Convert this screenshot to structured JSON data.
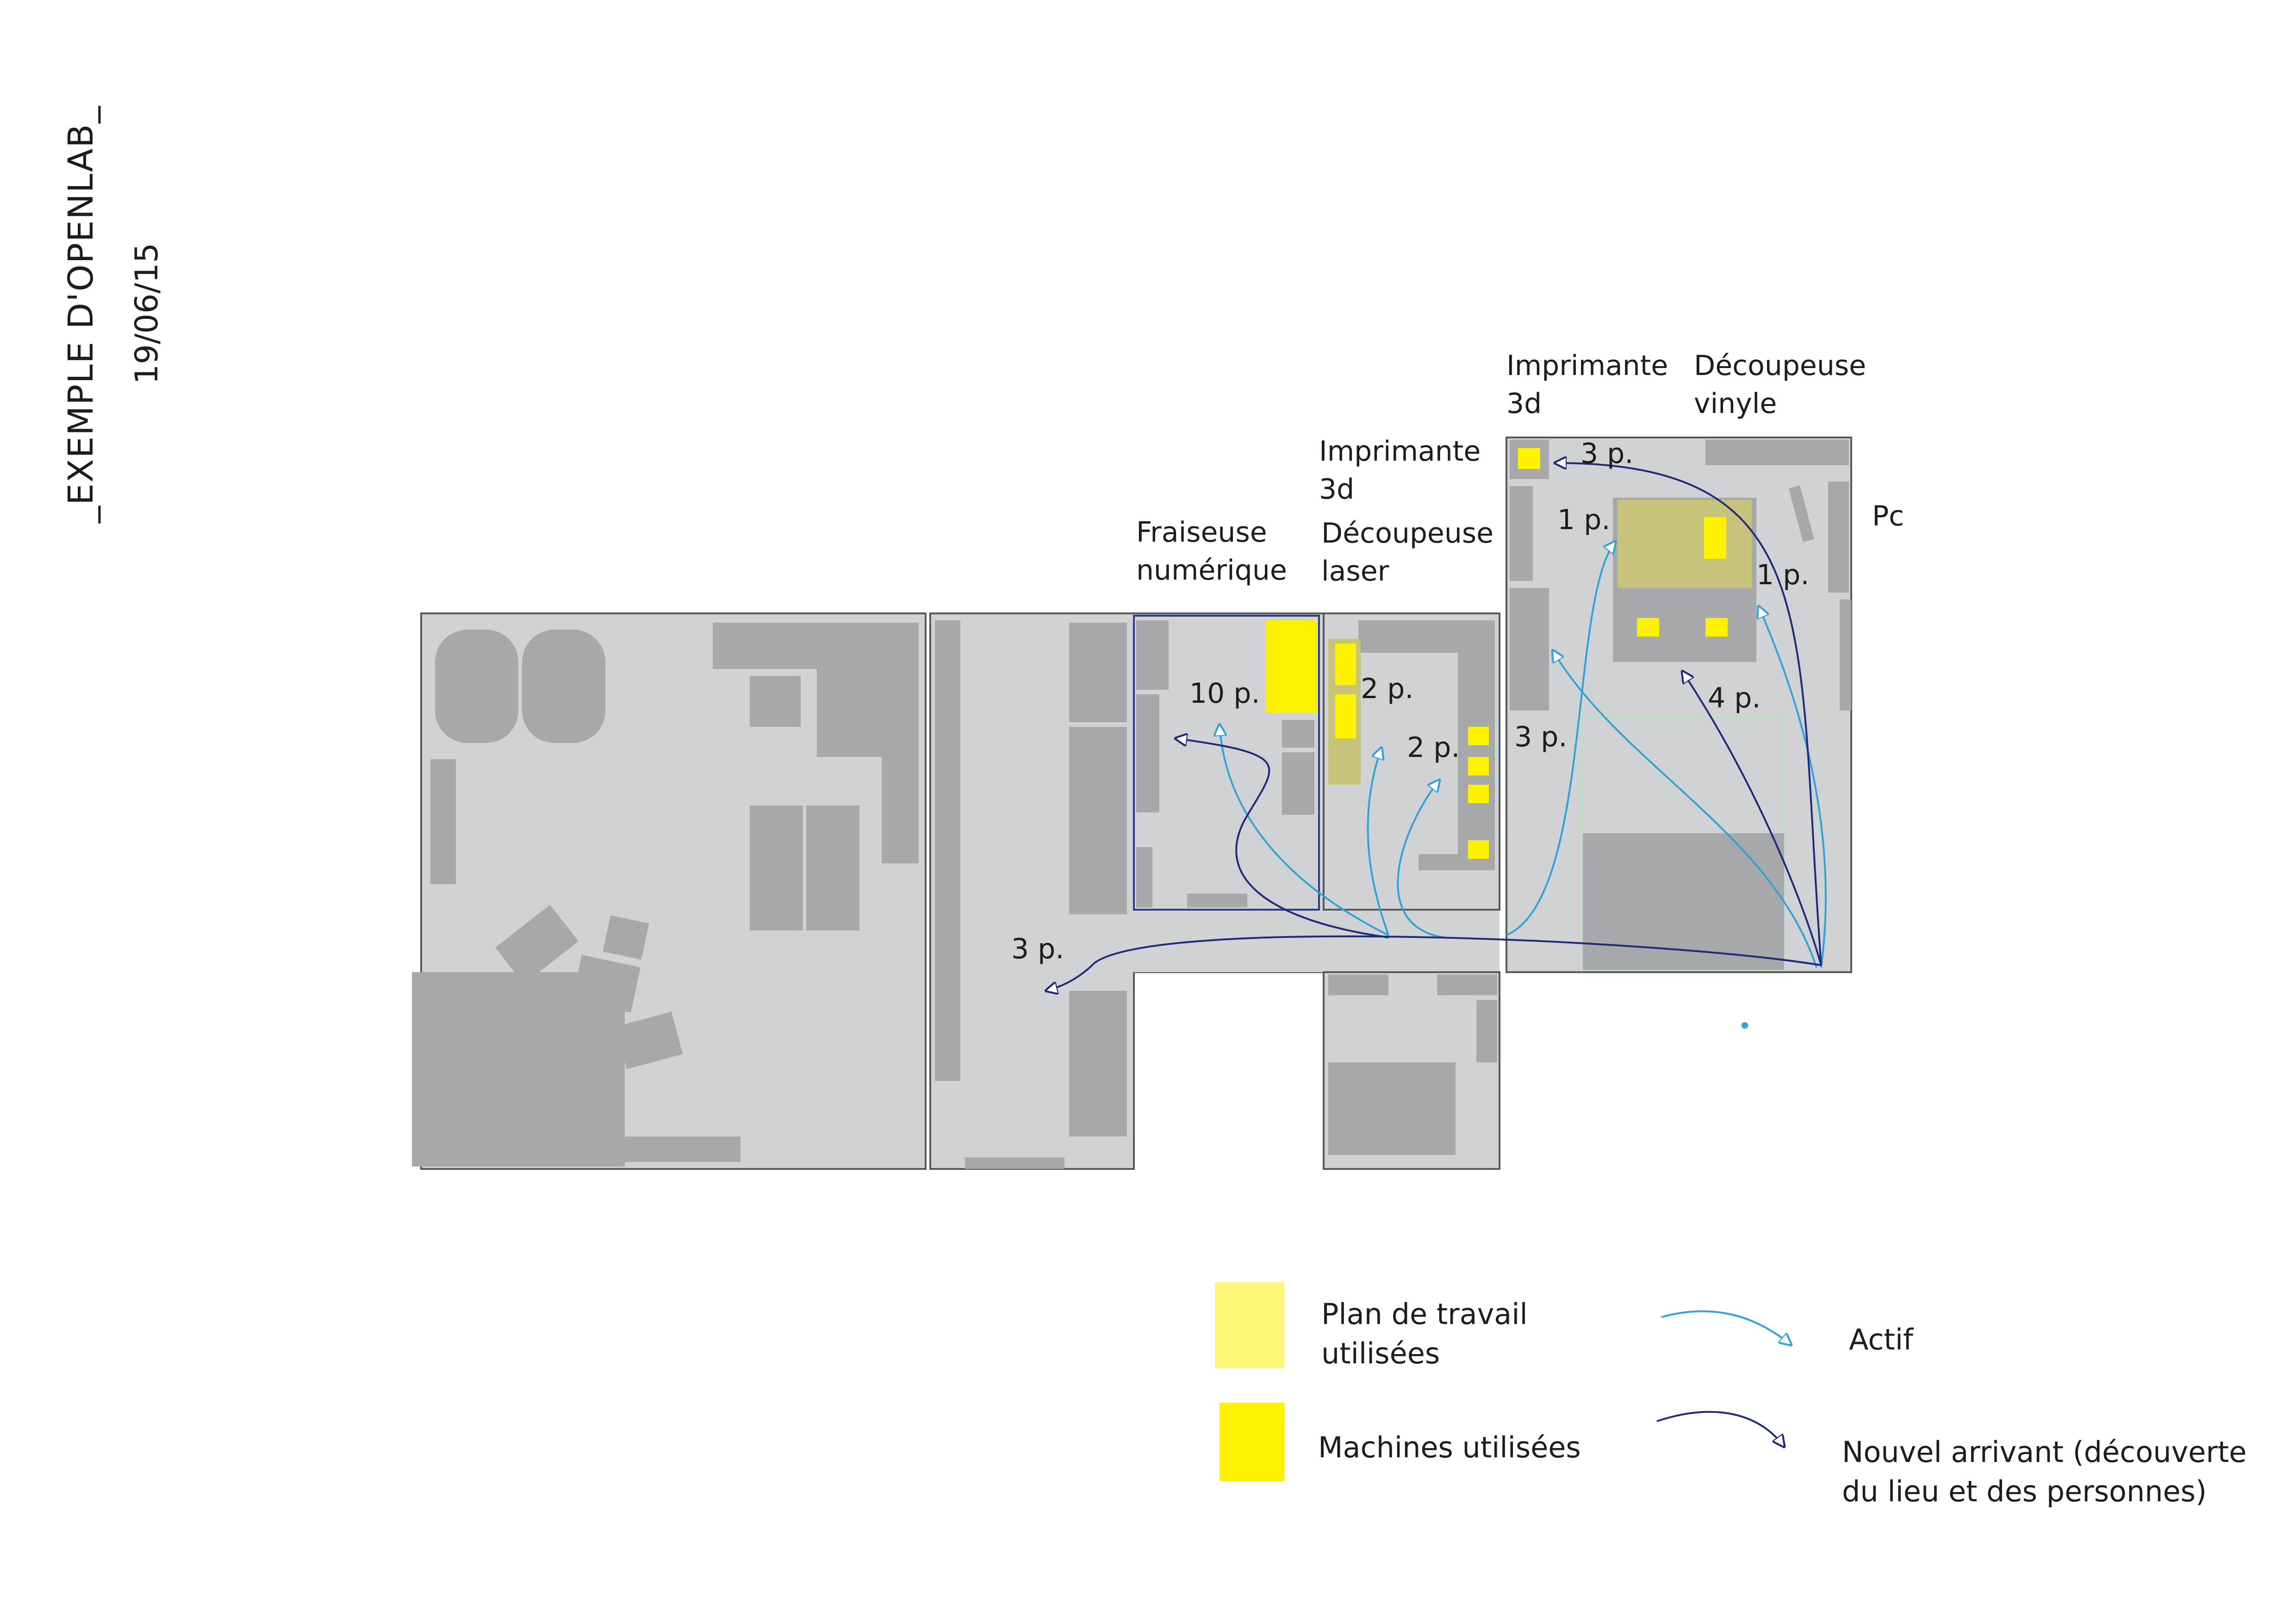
{
  "title": "_EXEMPLE  D'OPENLAB_",
  "date": "19/06/15",
  "colors": {
    "room_fill": "#d1d2d4",
    "room_stroke": "#58595b",
    "furniture": "#a7a8aa",
    "work_surface": "#c7c37b",
    "machine": "#fff200",
    "legend_work_surface": "#fff77a",
    "active_arrow": "#2fa3d9",
    "newcomer_arrow": "#1f2a7a"
  },
  "labels": {
    "fraiseuse_1": "Fraiseuse",
    "fraiseuse_2": "numérique",
    "imprimante_a_1": "Imprimante",
    "imprimante_a_2": "3d",
    "decoupeuse_laser_1": "Découpeuse",
    "decoupeuse_laser_2": "laser",
    "imprimante_b_1": "Imprimante",
    "imprimante_b_2": "3d",
    "decoupeuse_vinyle_1": "Découpeuse",
    "decoupeuse_vinyle_2": "vinyle",
    "pc": "Pc"
  },
  "counts": {
    "fraiseuse": "10 p.",
    "laser_upper": "2 p.",
    "laser_lower": "2 p.",
    "printer": "3 p.",
    "table_left": "1 p.",
    "table_right": "1 p.",
    "vinyl_newcomers": "4 p.",
    "wall": "3 p.",
    "corridor": "3 p."
  },
  "legend": {
    "work_surface_1": "Plan de travail",
    "work_surface_2": "utilisées",
    "machines": "Machines utilisées",
    "active": "Actif",
    "newcomer_1": "Nouvel arrivant (découverte",
    "newcomer_2": "du lieu et des personnes)"
  }
}
